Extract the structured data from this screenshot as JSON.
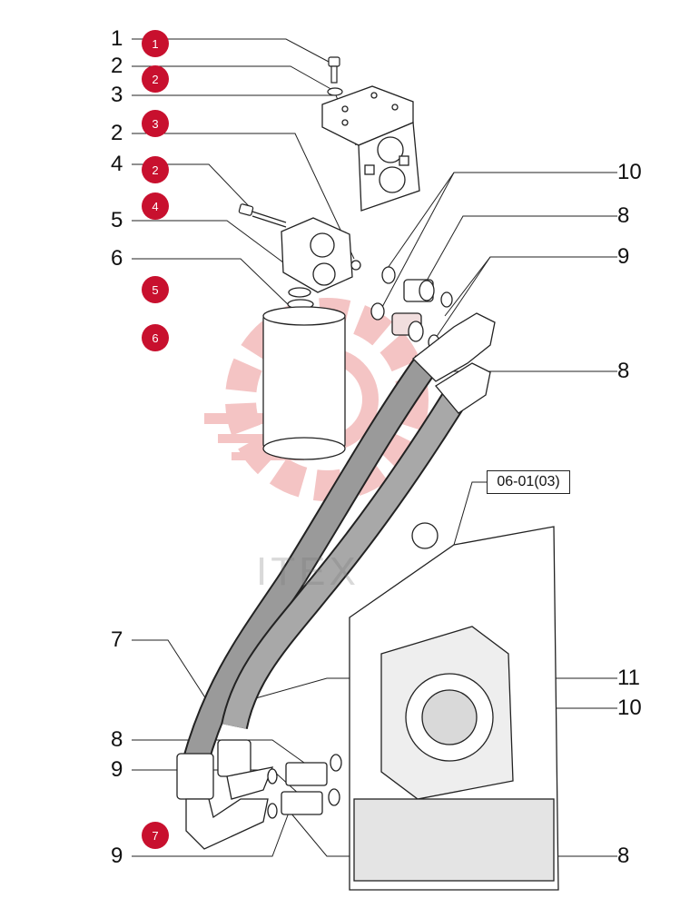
{
  "diagram": {
    "reference_box": "06-01(03)",
    "watermark": "ITEX",
    "callouts_left": [
      "1",
      "2",
      "3",
      "2",
      "4",
      "5",
      "6",
      "7",
      "8",
      "9",
      "9"
    ],
    "callouts_right": [
      "10",
      "8",
      "9",
      "8",
      "11",
      "10",
      "8"
    ],
    "badges": [
      "1",
      "2",
      "3",
      "2",
      "4",
      "5",
      "6",
      "7"
    ],
    "colors": {
      "badge": "#c8102e",
      "line": "#222222",
      "watermark": "#e8a6a6"
    }
  }
}
